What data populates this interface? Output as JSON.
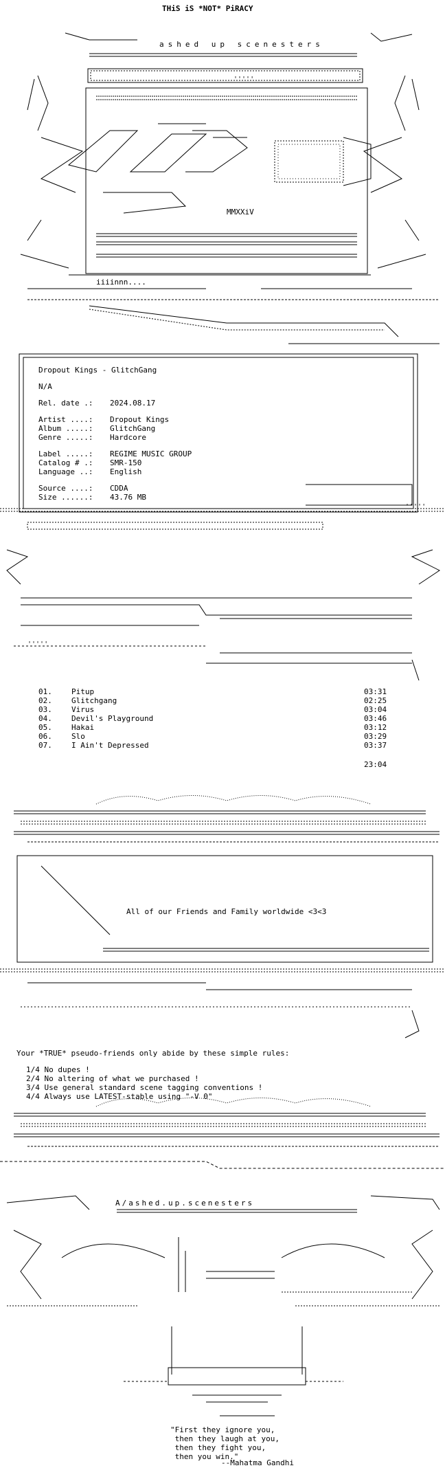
{
  "header": {
    "title": "THiS iS *NOT* PiRACY",
    "group_tagline": "ashed up scenesters",
    "year_mark": "MMXXiV",
    "footer_mark": "iiiinnn...."
  },
  "release": {
    "title_line": "Dropout Kings - GlitchGang",
    "na": "N/A",
    "fields": [
      {
        "label": "Rel. date .:",
        "value": "2024.08.17"
      },
      {
        "label": "Artist ....:",
        "value": "Dropout Kings"
      },
      {
        "label": "Album .....:",
        "value": "GlitchGang"
      },
      {
        "label": "Genre .....:",
        "value": "Hardcore"
      },
      {
        "label": "Label .....:",
        "value": "REGIME MUSIC GROUP"
      },
      {
        "label": "Catalog # .:",
        "value": "SMR-150"
      },
      {
        "label": "Language ..:",
        "value": "English"
      },
      {
        "label": "Source ....:",
        "value": "CDDA"
      },
      {
        "label": "Size ......:",
        "value": "43.76 MB"
      }
    ]
  },
  "tracklist": {
    "tracks": [
      {
        "num": "01.",
        "name": "Pitup",
        "time": "03:31"
      },
      {
        "num": "02.",
        "name": "Glitchgang",
        "time": "02:25"
      },
      {
        "num": "03.",
        "name": "Virus",
        "time": "03:04"
      },
      {
        "num": "04.",
        "name": "Devil's Playground",
        "time": "03:46"
      },
      {
        "num": "05.",
        "name": "Hakai",
        "time": "03:12"
      },
      {
        "num": "06.",
        "name": "Slo",
        "time": "03:29"
      },
      {
        "num": "07.",
        "name": "I Ain't Depressed",
        "time": "03:37"
      }
    ],
    "total": "23:04"
  },
  "greetings": {
    "text": "All of our Friends and Family worldwide <3<3"
  },
  "rules": {
    "intro": "Your *TRUE* pseudo-friends only abide by these simple rules:",
    "items": [
      "1/4 No dupes !",
      "2/4 No altering of what we purchased !",
      "3/4 Use general standard scene tagging conventions !",
      "4/4 Always use LATEST-stable using \"-V 0\""
    ]
  },
  "footer": {
    "group_line": "A/ashed.up.scenesters",
    "quote": [
      "\"First they ignore you,",
      " then they laugh at you,",
      " then they fight you,",
      " then you win.\""
    ],
    "attribution": "--Mahatma Gandhi"
  }
}
